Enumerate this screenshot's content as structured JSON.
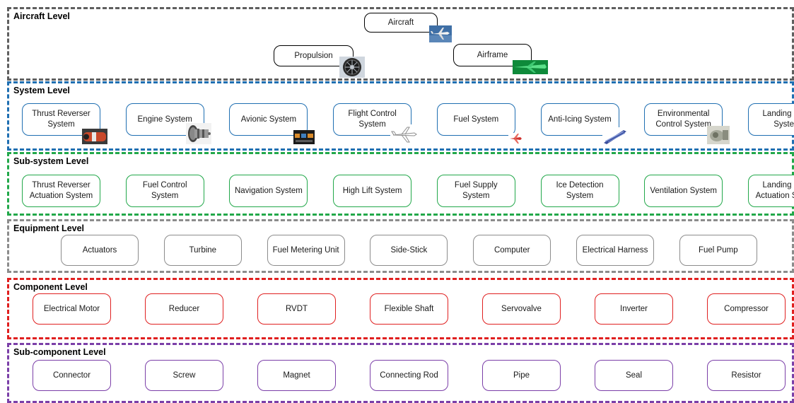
{
  "colors": {
    "aircraft": "#5f5f5f",
    "system": "#1f6fb2",
    "subsystem": "#22a84a",
    "equipment": "#8c8c8c",
    "component": "#e02020",
    "subcomponent": "#7b3fa8",
    "top_node": "#000000"
  },
  "levels": [
    {
      "key": "aircraft",
      "title": "Aircraft Level",
      "nodes": [
        {
          "label": "Aircraft",
          "icon": "aircraft-photo-icon"
        },
        {
          "label": "Propulsion",
          "icon": "turbofan-engine-photo-icon"
        },
        {
          "label": "Airframe",
          "icon": "airframe-render-icon"
        }
      ]
    },
    {
      "key": "system",
      "title": "System Level",
      "nodes": [
        {
          "label": "Thrust Reverser System",
          "icon": "thrust-reverser-photo-icon"
        },
        {
          "label": "Engine System",
          "icon": "engine-cutaway-photo-icon"
        },
        {
          "label": "Avionic System",
          "icon": "cockpit-panel-photo-icon"
        },
        {
          "label": "Flight Control System",
          "icon": "flight-control-drawing-icon"
        },
        {
          "label": "Fuel System",
          "icon": "fuel-system-diagram-icon"
        },
        {
          "label": "Anti-Icing System",
          "icon": "wing-anti-icing-photo-icon"
        },
        {
          "label": "Environmental Control System",
          "icon": "environmental-control-photo-icon"
        },
        {
          "label": "Landing Gear System",
          "icon": "landing-gear-photo-icon"
        }
      ]
    },
    {
      "key": "subsystem",
      "title": "Sub-system Level",
      "nodes": [
        {
          "label": "Thrust Reverser Actuation System"
        },
        {
          "label": "Fuel Control System"
        },
        {
          "label": "Navigation System"
        },
        {
          "label": "High Lift System"
        },
        {
          "label": "Fuel Supply System"
        },
        {
          "label": "Ice Detection System"
        },
        {
          "label": "Ventilation System"
        },
        {
          "label": "Landing Gear Actuation System"
        }
      ]
    },
    {
      "key": "equipment",
      "title": "Equipment Level",
      "nodes": [
        {
          "label": "Actuators"
        },
        {
          "label": "Turbine"
        },
        {
          "label": "Fuel Metering Unit"
        },
        {
          "label": "Side-Stick"
        },
        {
          "label": "Computer"
        },
        {
          "label": "Electrical Harness"
        },
        {
          "label": "Fuel Pump"
        }
      ]
    },
    {
      "key": "component",
      "title": "Component Level",
      "nodes": [
        {
          "label": "Electrical Motor"
        },
        {
          "label": "Reducer"
        },
        {
          "label": "RVDT"
        },
        {
          "label": "Flexible Shaft"
        },
        {
          "label": "Servovalve"
        },
        {
          "label": "Inverter"
        },
        {
          "label": "Compressor"
        }
      ]
    },
    {
      "key": "subcomponent",
      "title": "Sub-component Level",
      "nodes": [
        {
          "label": "Connector"
        },
        {
          "label": "Screw"
        },
        {
          "label": "Magnet"
        },
        {
          "label": "Connecting Rod"
        },
        {
          "label": "Pipe"
        },
        {
          "label": "Seal"
        },
        {
          "label": "Resistor"
        }
      ]
    }
  ]
}
